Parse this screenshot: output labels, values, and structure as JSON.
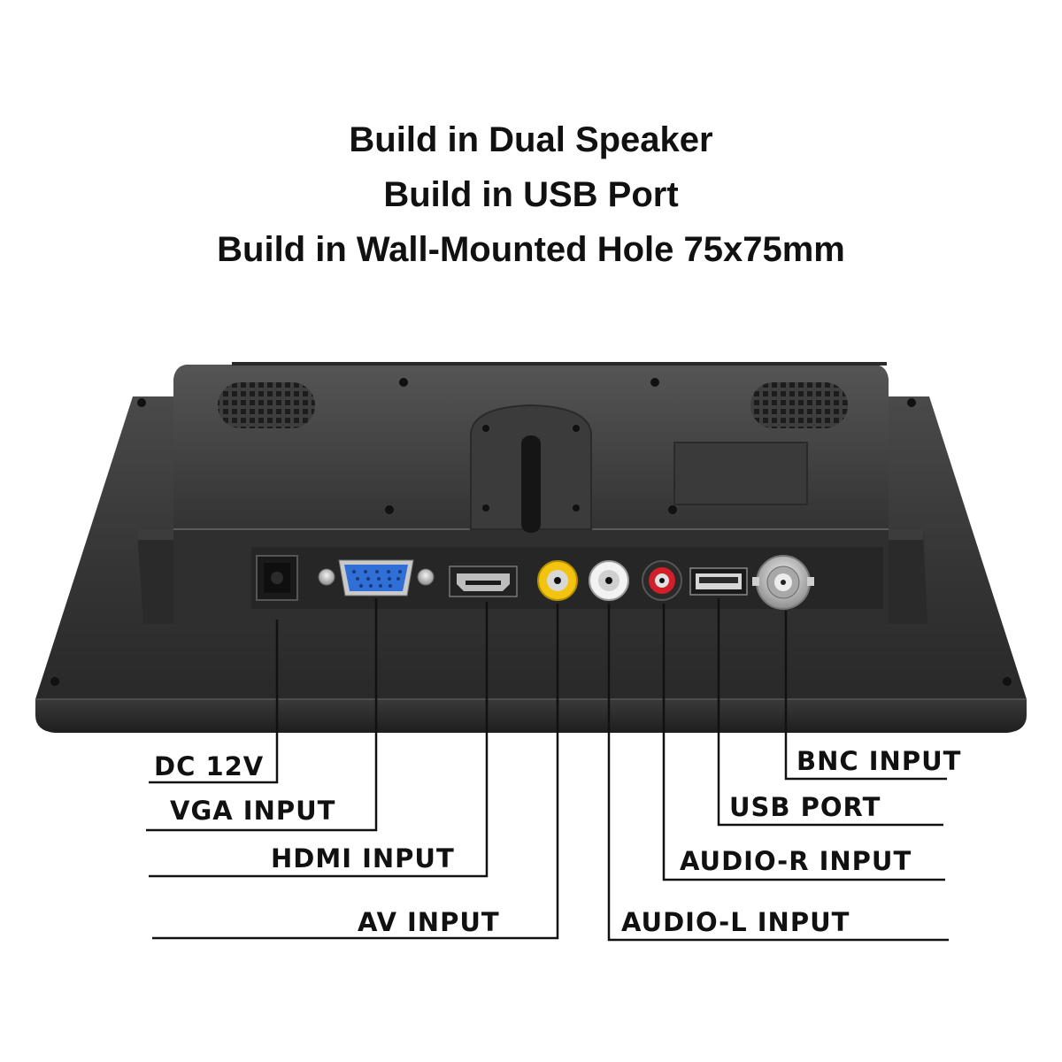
{
  "headlines": {
    "line1": "Build in Dual Speaker",
    "line2": "Build in USB Port",
    "line3": "Build in Wall-Mounted Hole 75x75mm"
  },
  "callouts": {
    "dc": "DC 12V",
    "vga": "VGA INPUT",
    "hdmi": "HDMI INPUT",
    "av": "AV INPUT",
    "audio_l": "AUDIO-L INPUT",
    "audio_r": "AUDIO-R INPUT",
    "usb": "USB PORT",
    "bnc": "BNC INPUT"
  },
  "colors": {
    "body": "#2d2d2d",
    "panel": "#3a3a3a",
    "vga_blue": "#2f6fd6",
    "rca_yellow": "#f2c40f",
    "rca_white": "#f2f2f2",
    "rca_red": "#d21f2a",
    "metal": "#c8c8c8"
  }
}
